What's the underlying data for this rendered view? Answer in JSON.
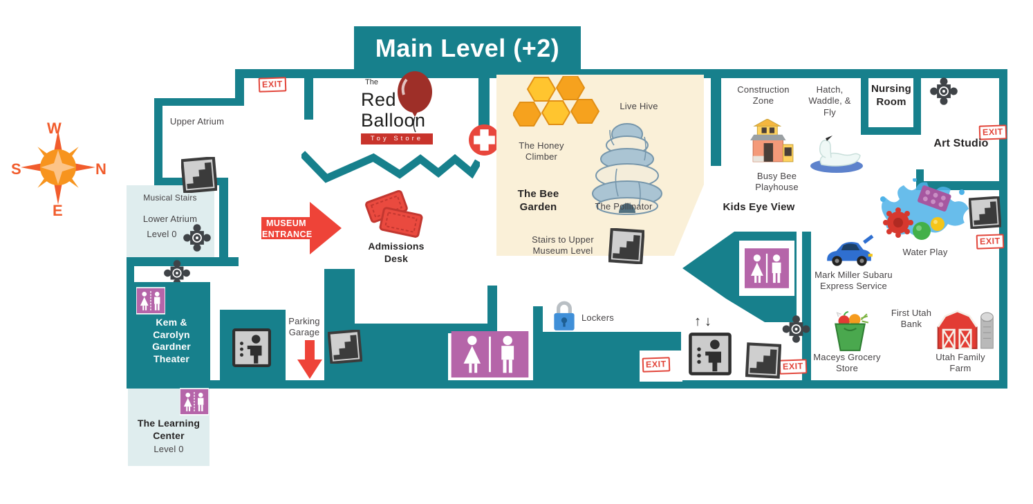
{
  "title": "Main Level (+2)",
  "compass": {
    "w": "W",
    "n": "N",
    "e": "E",
    "s": "S"
  },
  "labels": {
    "exit": "EXIT",
    "upper_atrium": "Upper Atrium",
    "musical_stairs": "Musical Stairs",
    "lower_atrium": "Lower Atrium",
    "lower_atrium_level": "Level 0",
    "logo_the": "The",
    "logo_red": "Red",
    "logo_balloon": "Balloon",
    "logo_toystore": "Toy Store",
    "museum_entrance": "MUSEUM ENTRANCE",
    "admissions_desk": "Admissions Desk",
    "live_hive": "Live Hive",
    "honey_climber": "The Honey Climber",
    "bee_garden": "The Bee Garden",
    "pollinator": "The Pollinator",
    "stairs_upper": "Stairs to Upper Museum Level",
    "construction_zone": "Construction Zone",
    "busy_bee": "Busy Bee Playhouse",
    "hatch_waddle": "Hatch, Waddle, & Fly",
    "nursing_room": "Nursing Room",
    "art_studio": "Art Studio",
    "kids_eye_view": "Kids Eye View",
    "water_play": "Water Play",
    "mark_miller": "Mark Miller Subaru Express Service",
    "first_utah_bank": "First Utah Bank",
    "maceys": "Maceys Grocery Store",
    "utah_family_farm": "Utah Family Farm",
    "gardner_theater": "Kem & Carolyn Gardner Theater",
    "learning_center": "The Learning Center",
    "learning_center_level": "Level 0",
    "parking_garage": "Parking Garage",
    "lockers": "Lockers",
    "elevator_arrows": "↑↓"
  },
  "colors": {
    "teal": "#17808C",
    "cream": "#FAF0D8",
    "light_blue": "#DFEDEE",
    "purple": "#B565A9",
    "red": "#EE4338",
    "compass_orange": "#F15C2C"
  }
}
